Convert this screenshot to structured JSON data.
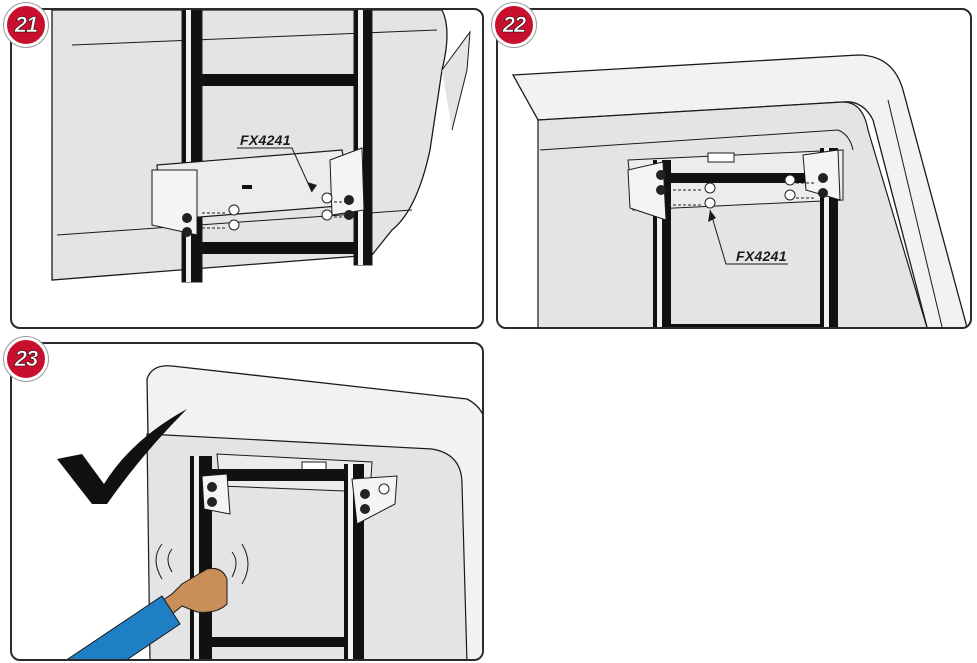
{
  "steps": [
    {
      "number": "21",
      "part_label": "FX4241"
    },
    {
      "number": "22",
      "part_label": "FX4241"
    },
    {
      "number": "23"
    }
  ],
  "colors": {
    "badge": "#c8102e",
    "panel_fill": "#e4e4e4",
    "line": "#1a1a1a",
    "skin": "#c98f58",
    "sleeve": "#1f7fc4",
    "check": "#111111"
  }
}
